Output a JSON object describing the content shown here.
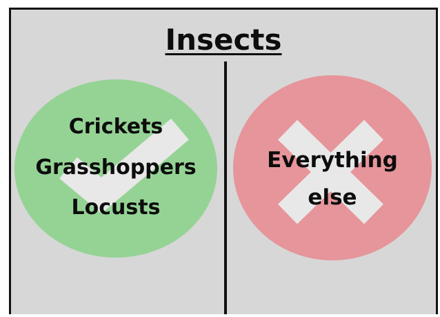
{
  "title": "Insects",
  "left_group": {
    "items": [
      "Crickets",
      "Grasshoppers",
      "Locusts"
    ],
    "mark": "check-icon",
    "color": "#95d395"
  },
  "right_group": {
    "lines": [
      "Everything",
      "else"
    ],
    "mark": "cross-icon",
    "color": "#e6959a"
  },
  "colors": {
    "background": "#d7d7d7",
    "mark": "#e8e8e8",
    "text": "#0d0d0d"
  }
}
